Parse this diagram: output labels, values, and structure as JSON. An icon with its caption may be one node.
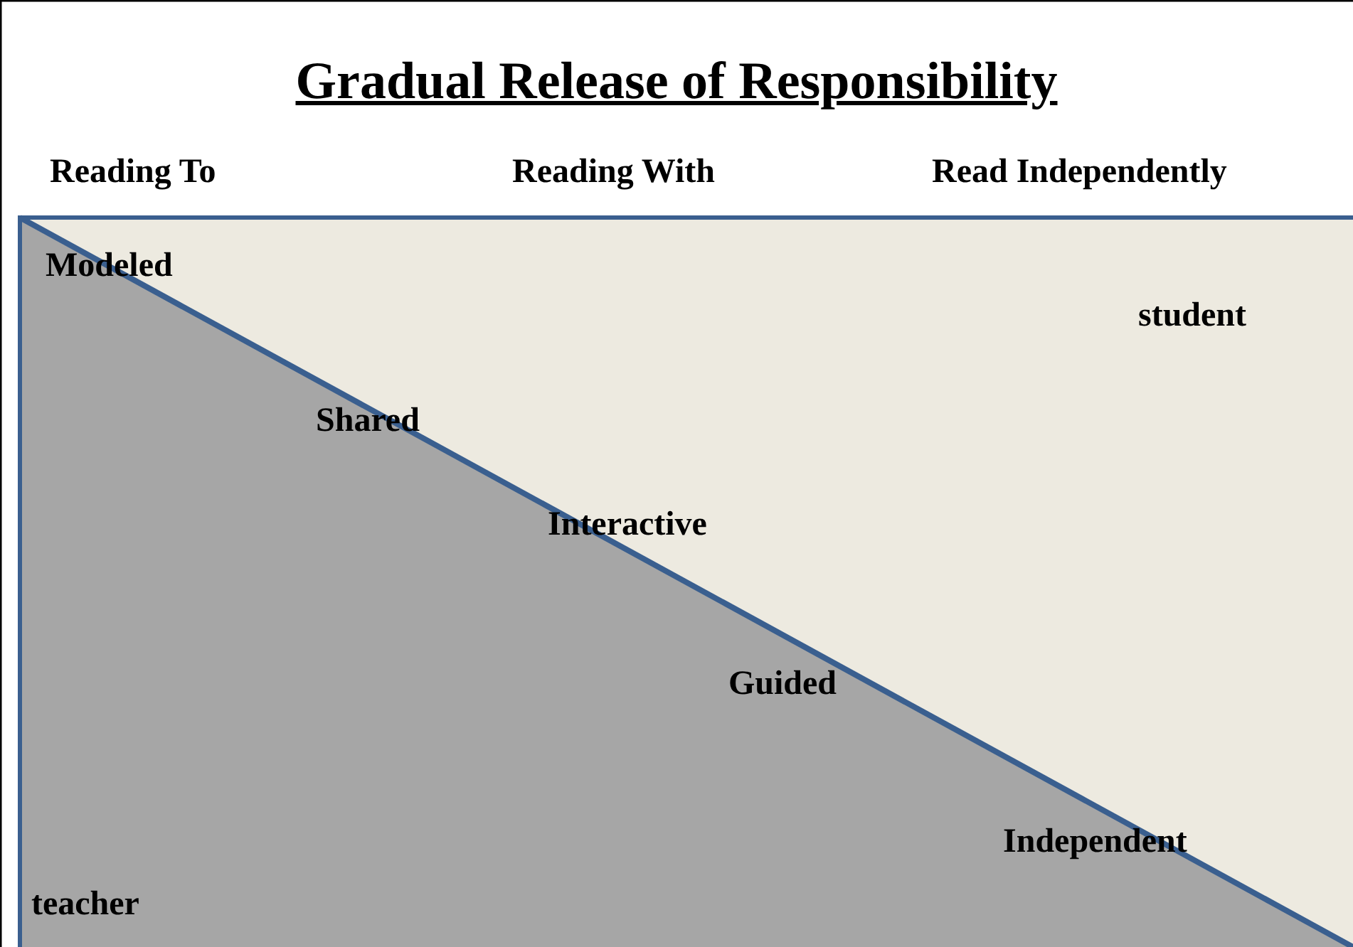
{
  "diagram": {
    "title": "Gradual Release of Responsibility",
    "labels": [
      "Reading To",
      "Reading With",
      "Read Independently",
      "Modeled",
      "student",
      "Shared",
      "Interactive",
      "Guided",
      "Independent",
      "teacher"
    ]
  }
}
